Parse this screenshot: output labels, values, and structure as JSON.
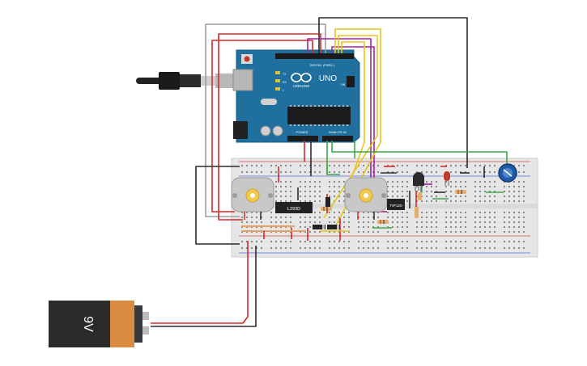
{
  "arduino": {
    "brand": "ARDUINO",
    "model": "UNO",
    "digital_header": "DIGITAL (PWM~)",
    "power_header": "POWER",
    "analog_header": "ANALOG IN",
    "tx_label": "TX",
    "rx_label": "RX",
    "l_label": "L",
    "on_label": "ON"
  },
  "chips": {
    "driver": "L293D",
    "transistor": "TIP120"
  },
  "battery": {
    "label": "9V"
  },
  "colors": {
    "board_blue": "#1f6f9f",
    "wire_red": "#d62828",
    "wire_black": "#2b2b2b",
    "wire_yellow": "#e6c619",
    "wire_green": "#3aa845",
    "wire_purple": "#a3219b",
    "wire_gray": "#9e9e9e",
    "breadboard": "#e9e9e9",
    "battery_orange": "#d98c3f",
    "battery_black": "#2a2a2a"
  }
}
